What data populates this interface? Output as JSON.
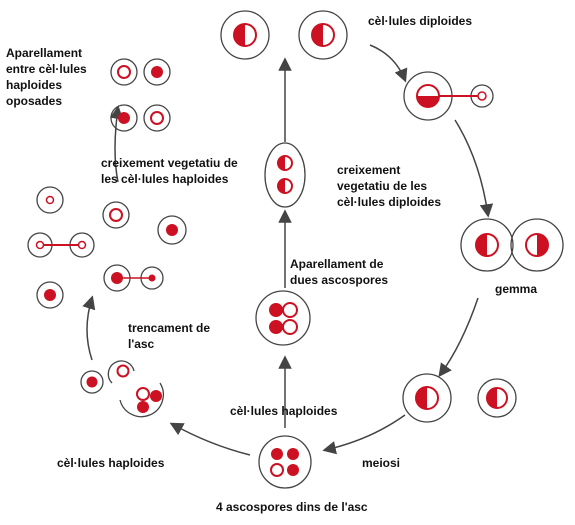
{
  "colors": {
    "cell_fill": "#cc1122",
    "outline": "#444444",
    "arrow": "#444444",
    "text": "#111111"
  },
  "labels": {
    "diploid_cells": "cèl·lules diploides",
    "pairing_haploid": [
      "Aparellament",
      "entre cèl·lules",
      "haploides",
      "oposades"
    ],
    "vegetative_haploid": [
      "creixement vegetatiu de",
      "les cèl·lules haploides"
    ],
    "vegetative_diploid": [
      "creixement",
      "vegetatiu de les",
      "cèl·lules diploides"
    ],
    "pairing_ascospores": [
      "Aparellament de",
      "dues ascospores"
    ],
    "bud": "gemma",
    "ascus_breaking": [
      "trencament de",
      "l'asc"
    ],
    "haploid_cells_center": "cèl·lules haploides",
    "haploid_cells_left": "cèl·lules haploides",
    "meiosis": "meiosi",
    "four_ascospores": "4 ascospores dins de l'asc"
  }
}
